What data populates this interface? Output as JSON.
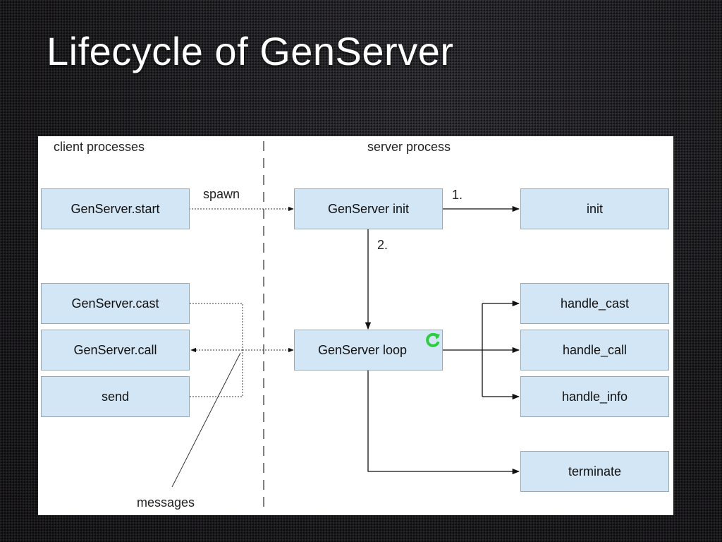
{
  "slide": {
    "title": "Lifecycle of GenServer"
  },
  "diagram": {
    "client_label": "client processes",
    "server_label": "server process",
    "client_nodes": {
      "start": "GenServer.start",
      "cast": "GenServer.cast",
      "call": "GenServer.call",
      "send": "send"
    },
    "server_nodes": {
      "init_server": "GenServer init",
      "loop": "GenServer loop"
    },
    "callbacks": {
      "init": "init",
      "handle_cast": "handle_cast",
      "handle_call": "handle_call",
      "handle_info": "handle_info",
      "terminate": "terminate"
    },
    "edge_labels": {
      "spawn": "spawn",
      "step1": "1.",
      "step2": "2.",
      "messages": "messages"
    },
    "colors": {
      "box_fill": "#d2e6f5",
      "loop_icon": "#2ecc40"
    },
    "icons": {
      "loop": "refresh-icon"
    }
  }
}
